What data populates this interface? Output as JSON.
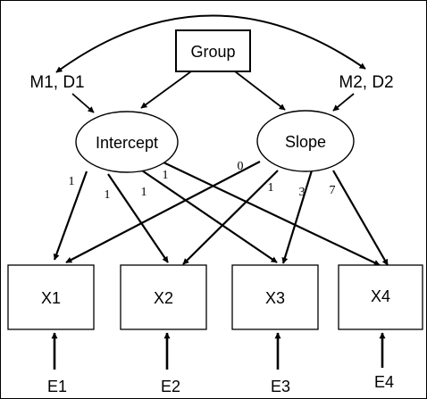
{
  "diagram": {
    "group": "Group",
    "means_intercept": "M1, D1",
    "means_slope": "M2, D2",
    "intercept": "Intercept",
    "slope": "Slope",
    "observed": [
      "X1",
      "X2",
      "X3",
      "X4"
    ],
    "errors": [
      "E1",
      "E2",
      "E3",
      "E4"
    ],
    "intercept_loadings": [
      "1",
      "1",
      "1",
      "1"
    ],
    "slope_loadings": [
      "0",
      "1",
      "3",
      "7"
    ],
    "colors": {
      "stroke": "#000000",
      "background": "#ffffff"
    }
  }
}
